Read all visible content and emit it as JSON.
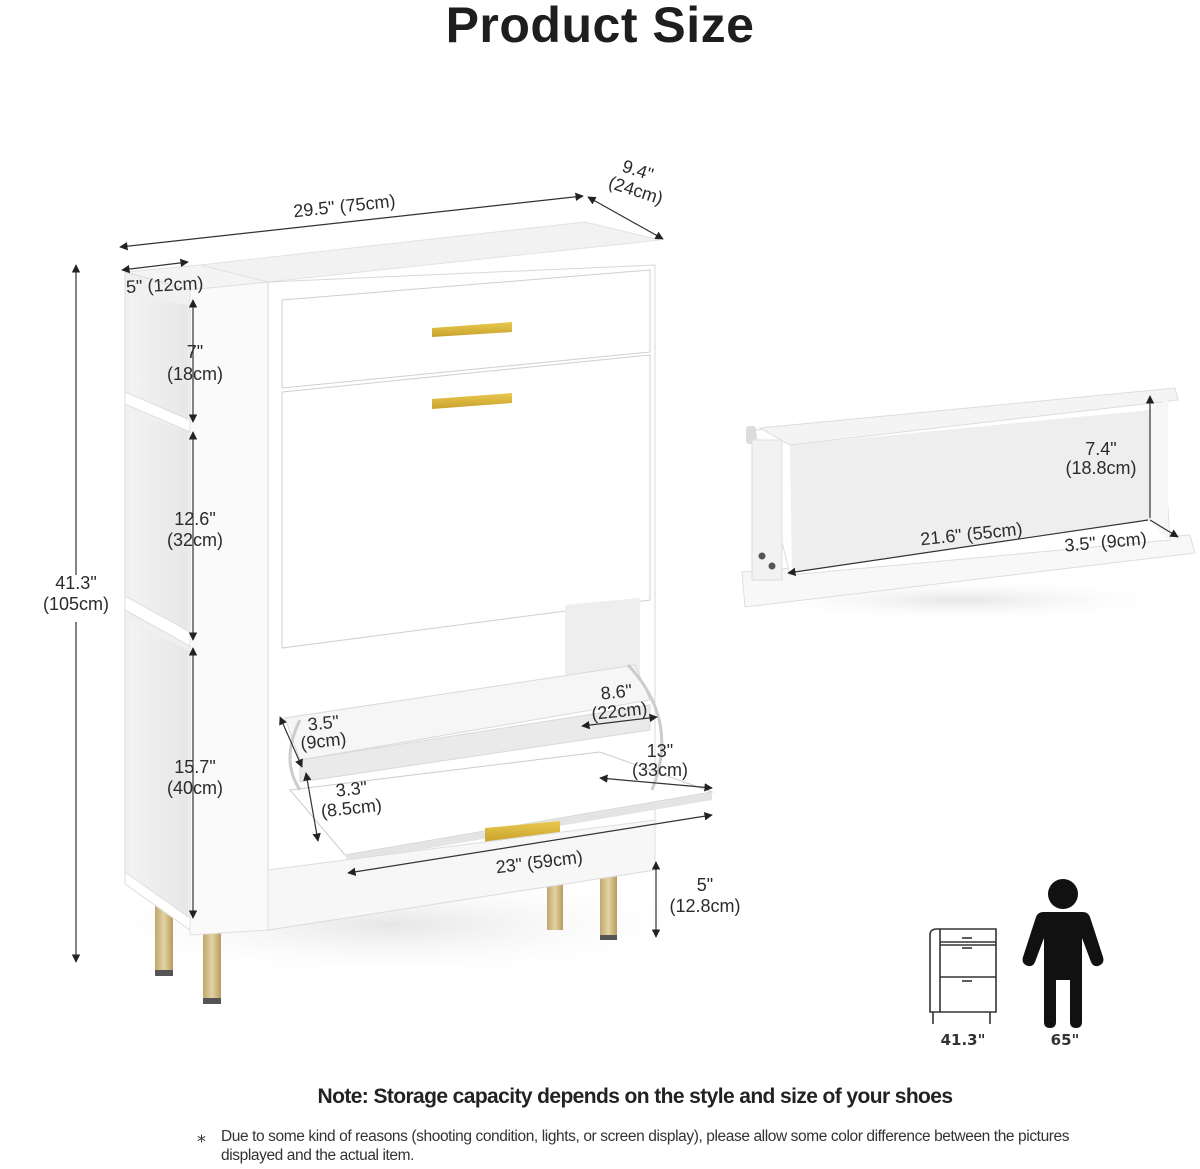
{
  "title": "Product Size",
  "dimensions": {
    "overall_width": "29.5\" (75cm)",
    "depth_in": "9.4\"",
    "depth_cm": "(24cm)",
    "side_shelf_width": "5\" (12cm)",
    "top_cubby_height_in": "7\"",
    "top_cubby_height_cm": "(18cm)",
    "middle_cubby_height_in": "12.6\"",
    "middle_cubby_height_cm": "(32cm)",
    "bottom_cubby_height_in": "15.7\"",
    "bottom_cubby_height_cm": "(40cm)",
    "overall_height_in": "41.3\"",
    "overall_height_cm": "(105cm)",
    "flip_upper_depth_in": "3.5\"",
    "flip_upper_depth_cm": "(9cm)",
    "flip_lower_depth_in": "3.3\"",
    "flip_lower_depth_cm": "(8.5cm)",
    "flip_shelf_width_in": "8.6\"",
    "flip_shelf_width_cm": "(22cm)",
    "flip_open_depth_in": "13\"",
    "flip_open_depth_cm": "(33cm)",
    "flip_width": "23\" (59cm)",
    "leg_height_in": "5\"",
    "leg_height_cm": "(12.8cm)"
  },
  "drawer": {
    "height_in": "7.4\"",
    "height_cm": "(18.8cm)",
    "width": "21.6\" (55cm)",
    "depth": "3.5\" (9cm)"
  },
  "comparison": {
    "cabinet_label": "41.3\"",
    "person_label": "65\"",
    "cabinet_icon": "cabinet-outline-icon",
    "person_icon": "person-silhouette-icon"
  },
  "note": "Note: Storage capacity depends on the style and size of your shoes",
  "disclaimer": {
    "bullet": "⁎",
    "text": "Due to some kind of reasons (shooting condition, lights, or screen display), please allow some color difference between the pictures displayed and the actual item."
  },
  "colors": {
    "cabinet": "#ffffff",
    "cabinet_shade": "#ececec",
    "handle_gold": "#d8b545",
    "legs_gold": "#cdb98a",
    "dimension_line": "#333333",
    "text": "#222222"
  }
}
